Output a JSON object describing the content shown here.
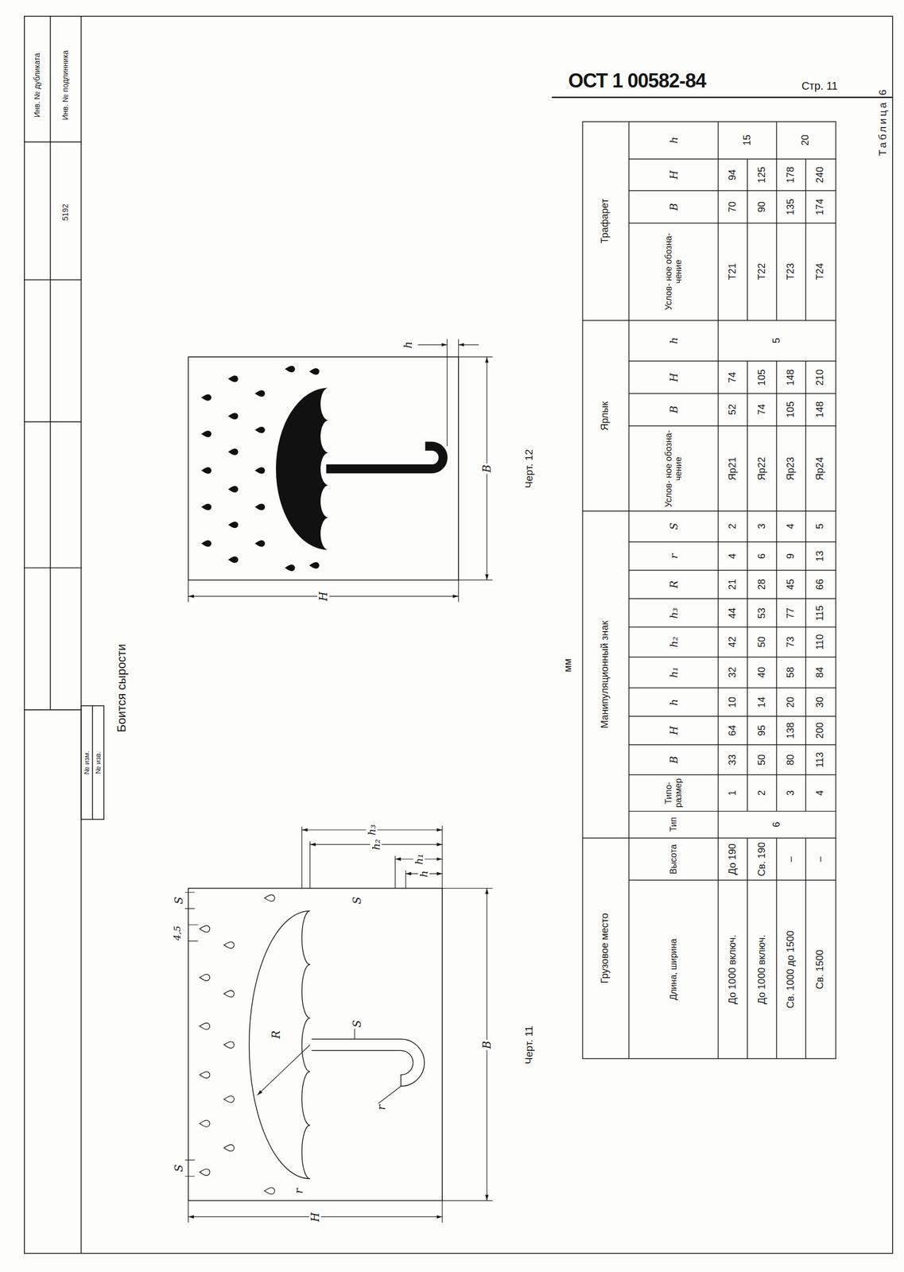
{
  "diagram": {
    "title": "Боится сырости",
    "labels": [
      "Инв. № дубликата",
      "Инв. № подлинника",
      "5192",
      "№ изм.",
      "№ изв.",
      "ОСТ 1 00582-84",
      "Стр. 11",
      "4,5",
      "S",
      "S",
      "r",
      "R",
      "S",
      "r",
      "S",
      "h",
      "h₁",
      "h₂",
      "h₃",
      "H",
      "B",
      "Черт. 11",
      "H",
      "B",
      "h",
      "Черт. 12",
      "мм",
      "Таблица 6",
      "Грузовое место",
      "Манипуляционный знак",
      "Ярлык",
      "Трафарет",
      "Длина, ширина",
      "Высота",
      "Тип",
      "Типо- размер",
      "B",
      "H",
      "h",
      "h₁",
      "h₂",
      "h₃",
      "R",
      "r",
      "S",
      "Услов- ное обозна- чение",
      "B",
      "H",
      "h",
      "Услов- ное обозна- чение",
      "B",
      "H",
      "h",
      "До 1000 включ.",
      "До 190",
      "6",
      "1",
      "33",
      "64",
      "10",
      "32",
      "42",
      "44",
      "21",
      "4",
      "2",
      "Яр21",
      "52",
      "74",
      "5",
      "Т21",
      "70",
      "94",
      "15",
      "До 1000 включ.",
      "Св. 190",
      "2",
      "50",
      "95",
      "14",
      "40",
      "50",
      "53",
      "28",
      "6",
      "3",
      "Яр22",
      "74",
      "105",
      "Т22",
      "90",
      "125",
      "Св. 1000 до 1500",
      "–",
      "3",
      "80",
      "138",
      "20",
      "58",
      "73",
      "77",
      "45",
      "9",
      "4",
      "Яр23",
      "105",
      "148",
      "Т23",
      "135",
      "178",
      "20",
      "Св. 1500",
      "–",
      "4",
      "113",
      "200",
      "30",
      "84",
      "110",
      "115",
      "66",
      "13",
      "5",
      "Яр24",
      "148",
      "210",
      "Т24",
      "174",
      "240"
    ]
  }
}
